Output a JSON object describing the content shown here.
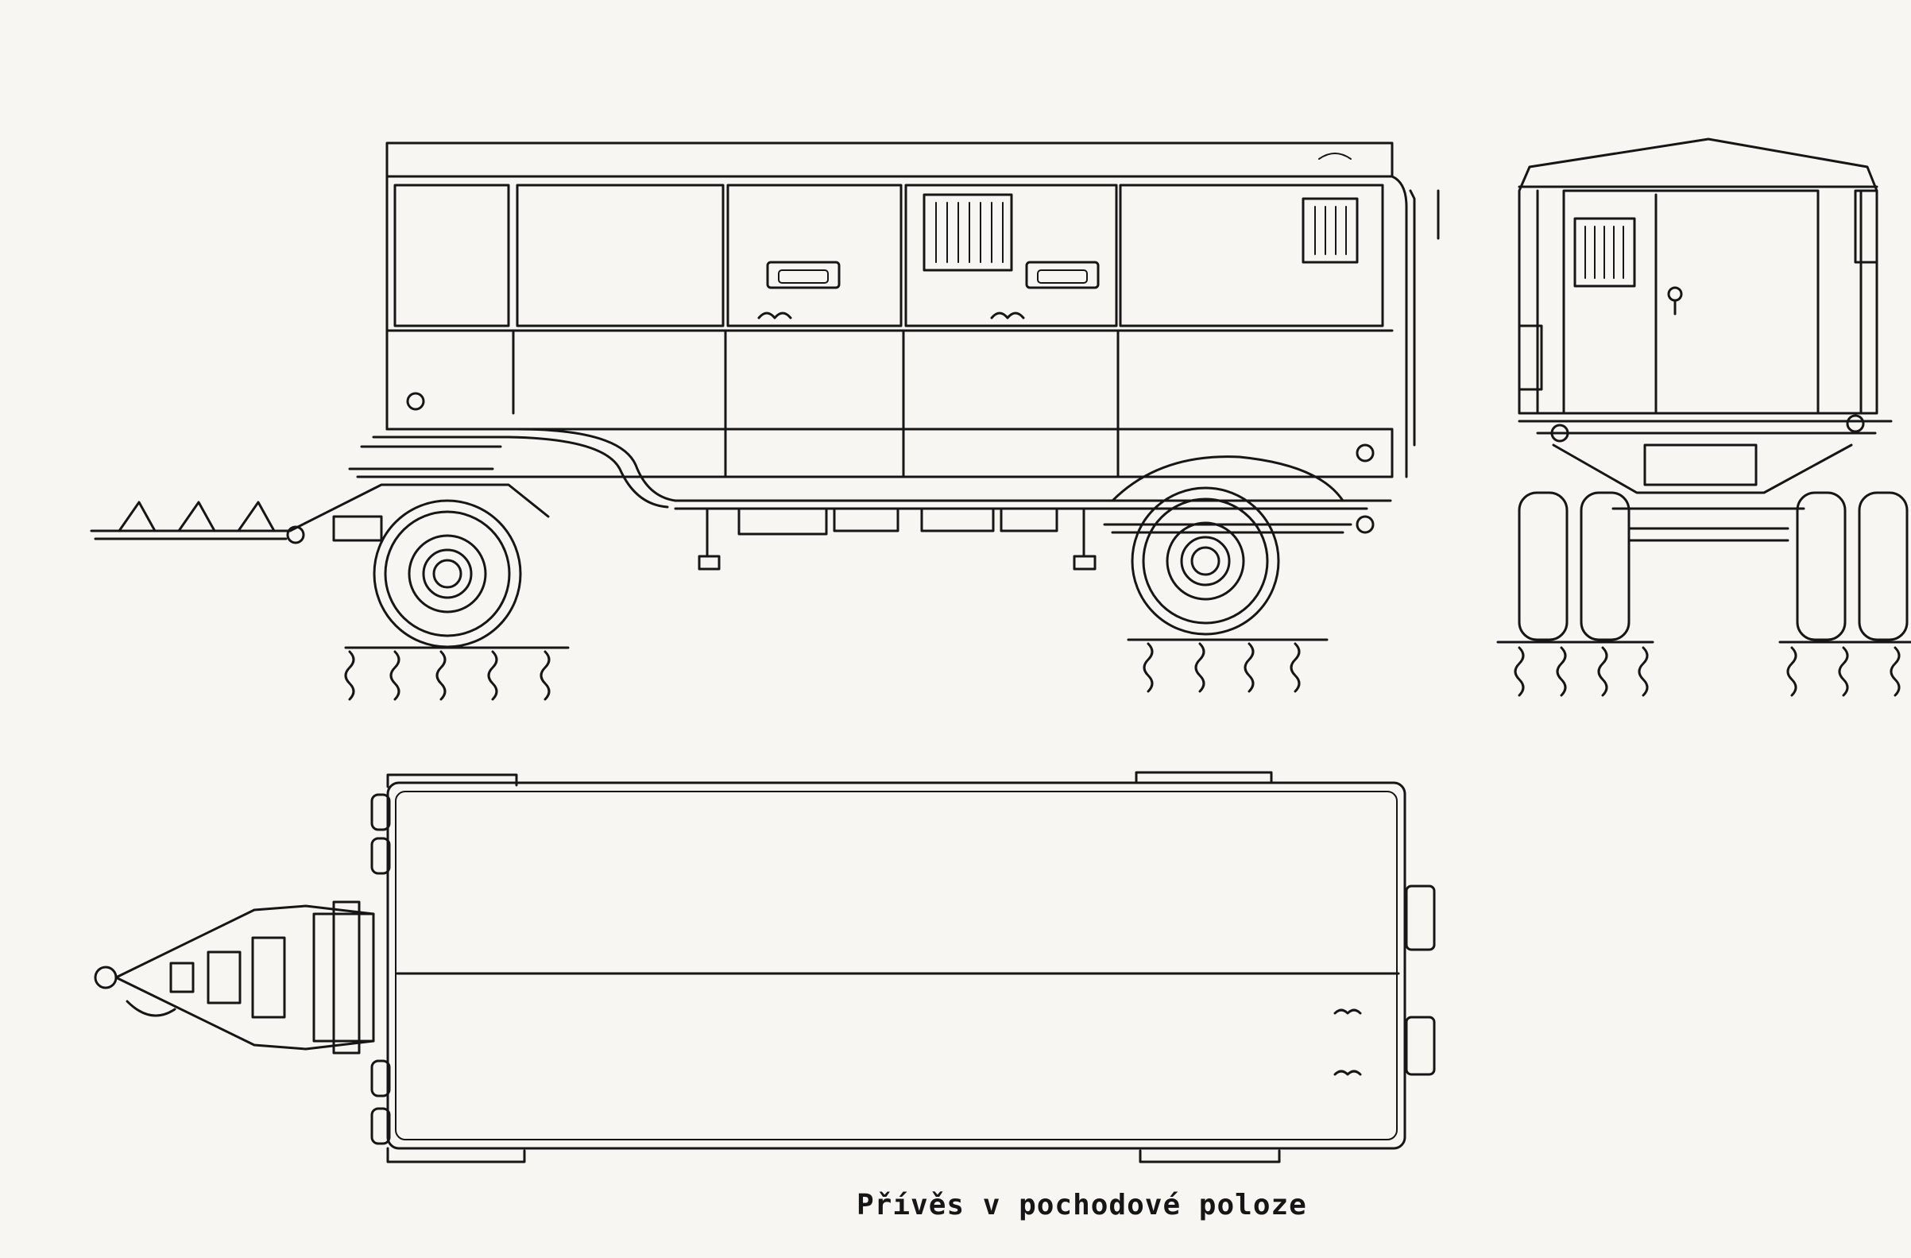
{
  "caption": "Přívěs v pochodové poloze",
  "views": [
    {
      "name": "side-view"
    },
    {
      "name": "rear-view"
    },
    {
      "name": "top-view"
    }
  ]
}
